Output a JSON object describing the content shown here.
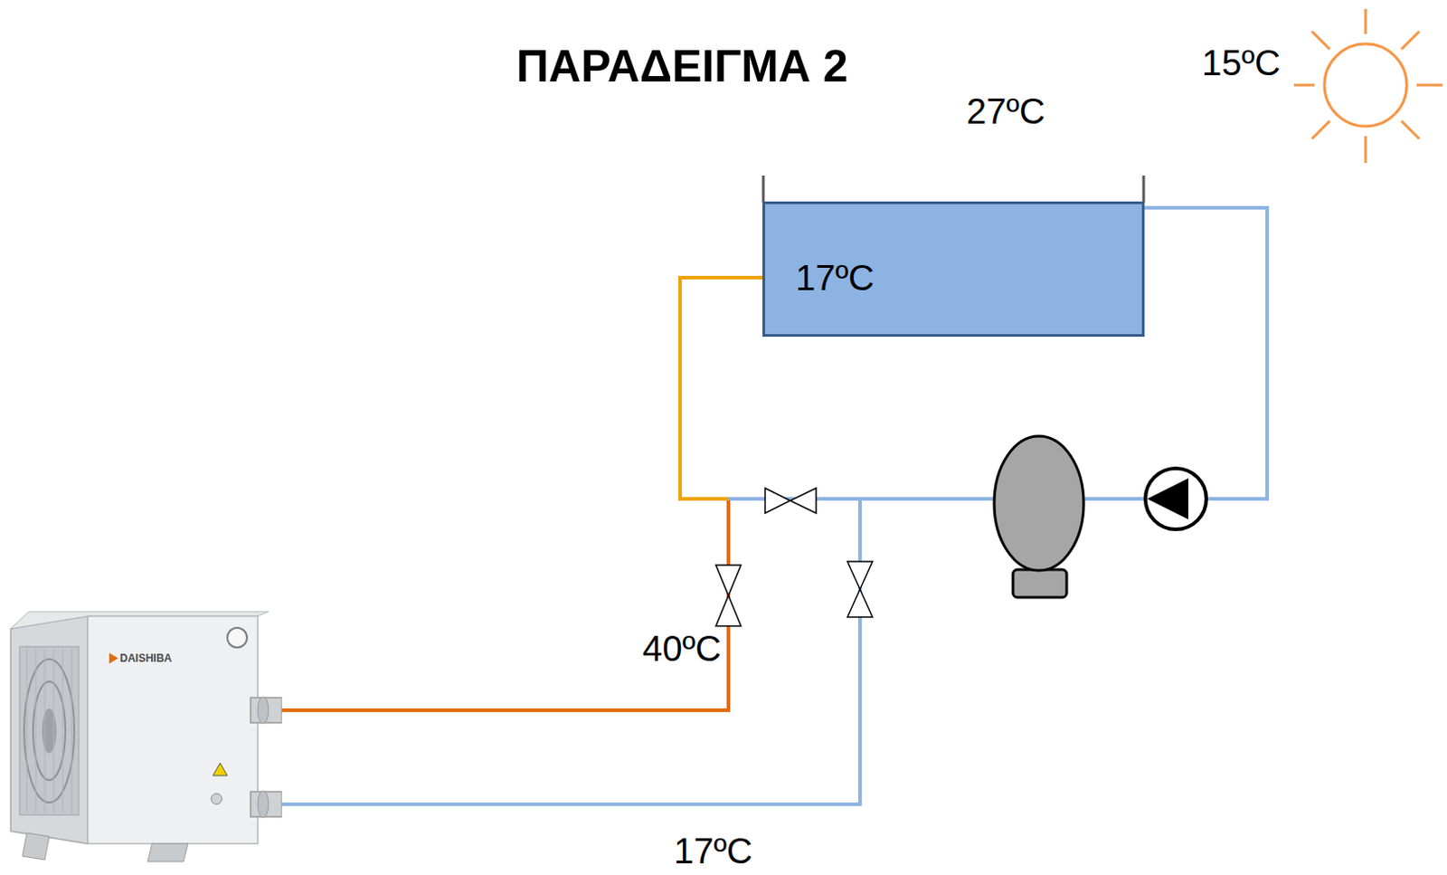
{
  "diagram": {
    "title": "ΠΑΡΑΔΕΙΓΜΑ 2",
    "nodes": [
      {
        "text": [
          "17ºC"
        ]
      },
      {
        "text": [
          "DAISHIBA"
        ]
      }
    ],
    "edges": [
      {
        "from": 1,
        "to": 0,
        "arrow": "none"
      },
      {
        "from": 0,
        "to": 1,
        "arrow": "none"
      }
    ],
    "labels": [
      "15ºC",
      "27ºC",
      "40ºC",
      "17ºC"
    ]
  }
}
